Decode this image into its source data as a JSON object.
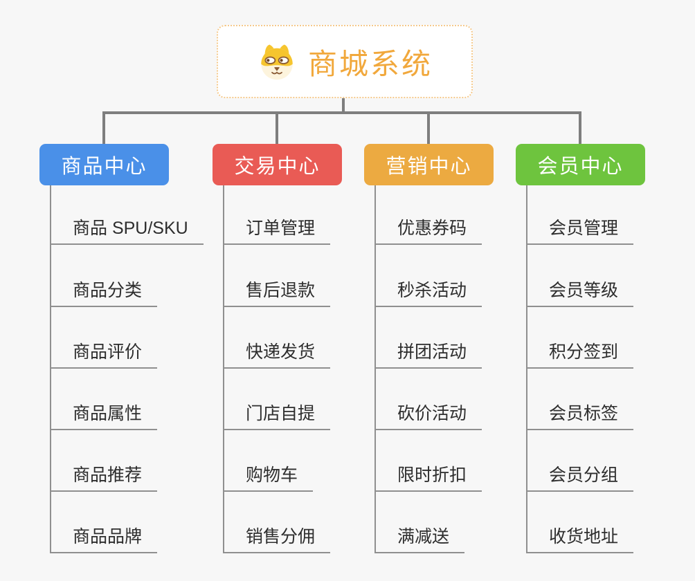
{
  "root": {
    "title": "商城系统",
    "icon": "dog-face-icon",
    "title_color": "#f1a83c",
    "border_color": "#f5c98b"
  },
  "branches": [
    {
      "label": "商品中心",
      "color": "#4a90e8",
      "items": [
        "商品 SPU/SKU",
        "商品分类",
        "商品评价",
        "商品属性",
        "商品推荐",
        "商品品牌"
      ]
    },
    {
      "label": "交易中心",
      "color": "#e95b55",
      "items": [
        "订单管理",
        "售后退款",
        "快递发货",
        "门店自提",
        "购物车",
        "销售分佣"
      ]
    },
    {
      "label": "营销中心",
      "color": "#ecaa41",
      "items": [
        "优惠券码",
        "秒杀活动",
        "拼团活动",
        "砍价活动",
        "限时折扣",
        "满减送"
      ]
    },
    {
      "label": "会员中心",
      "color": "#6ec43e",
      "items": [
        "会员管理",
        "会员等级",
        "积分签到",
        "会员标签",
        "会员分组",
        "收货地址"
      ]
    }
  ],
  "colors": {
    "background": "#f7f7f7",
    "connector": "#7e7e7e",
    "leaf_line": "#8f8f8f",
    "leaf_text": "#2d2d2d"
  }
}
